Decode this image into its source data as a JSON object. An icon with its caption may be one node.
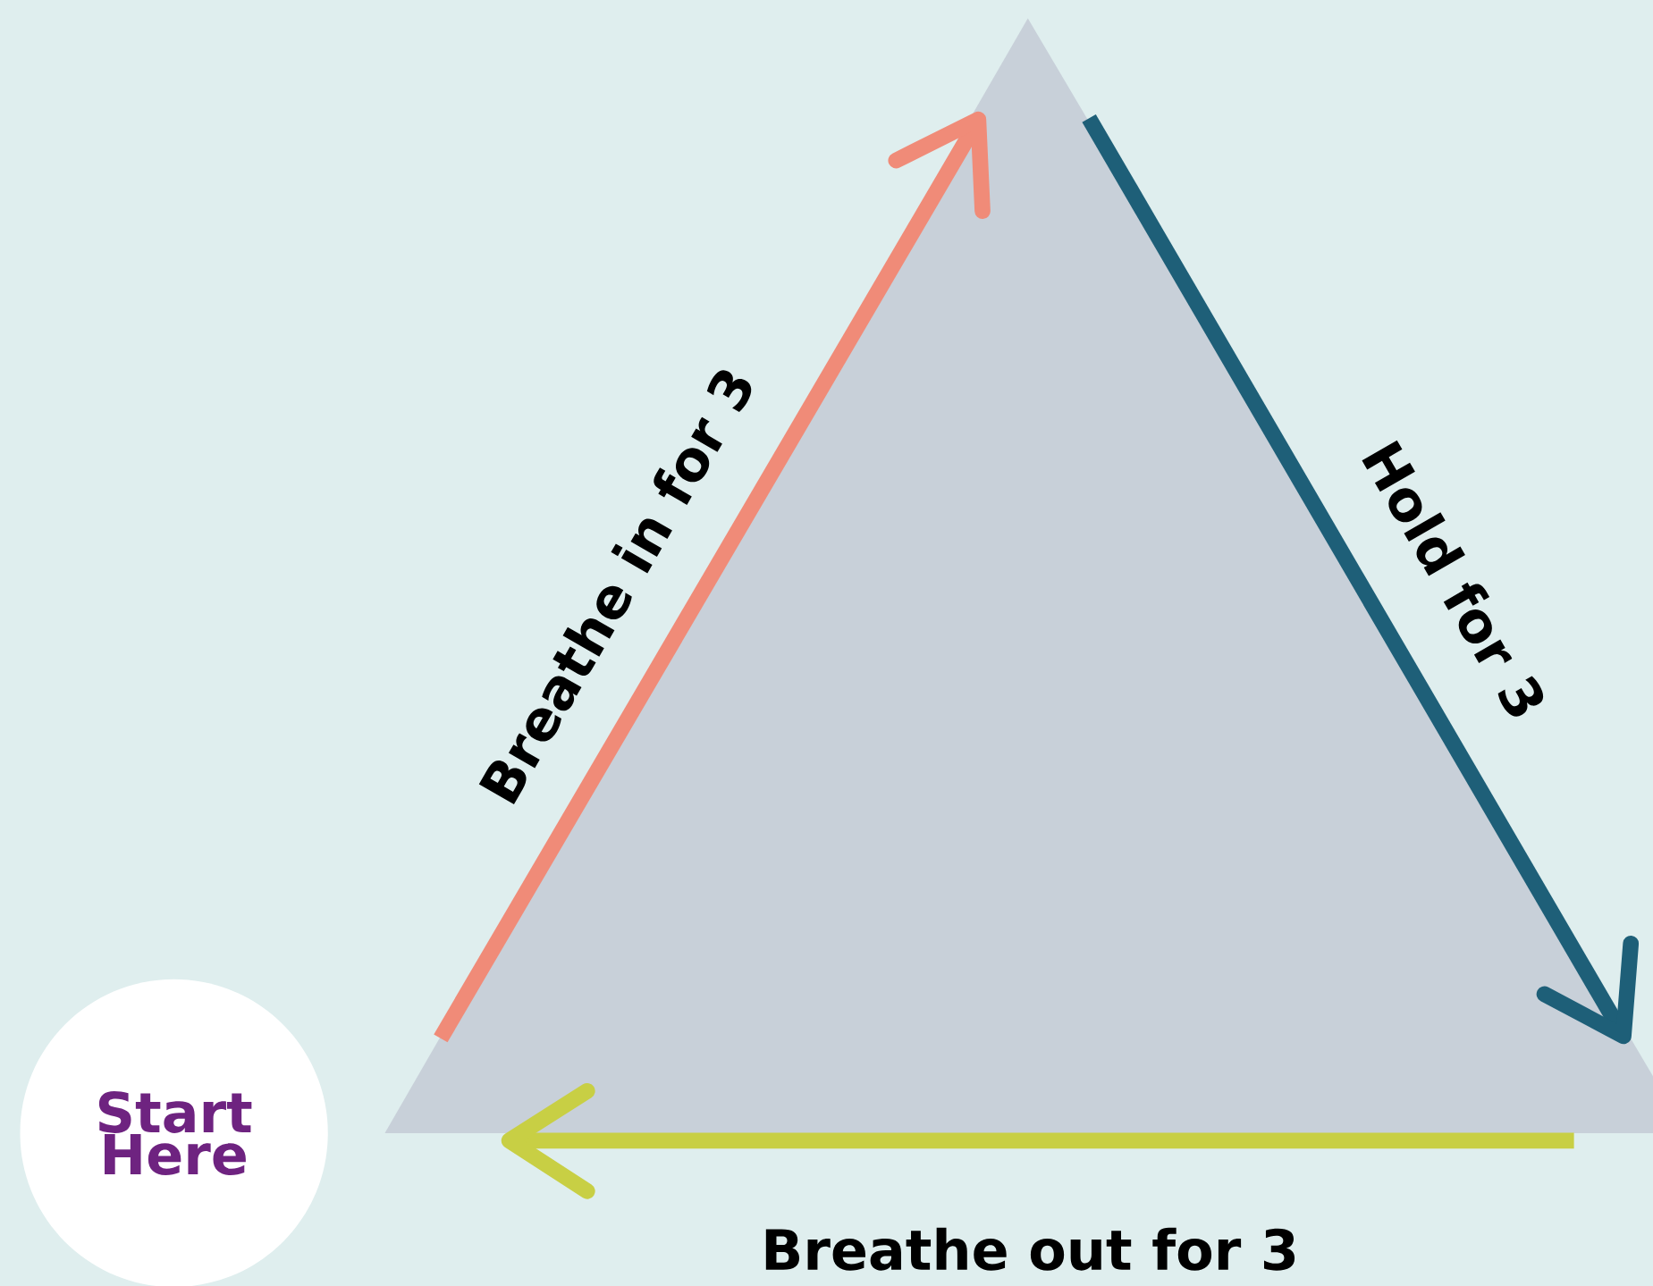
{
  "diagram": {
    "nodes": [
      {
        "text": [],
        "shape": "triangle"
      },
      {
        "text": [
          "Start Here"
        ]
      }
    ],
    "labels": [
      "Breathe in for 3",
      "Hold for 3",
      "Breathe out for 3"
    ]
  }
}
